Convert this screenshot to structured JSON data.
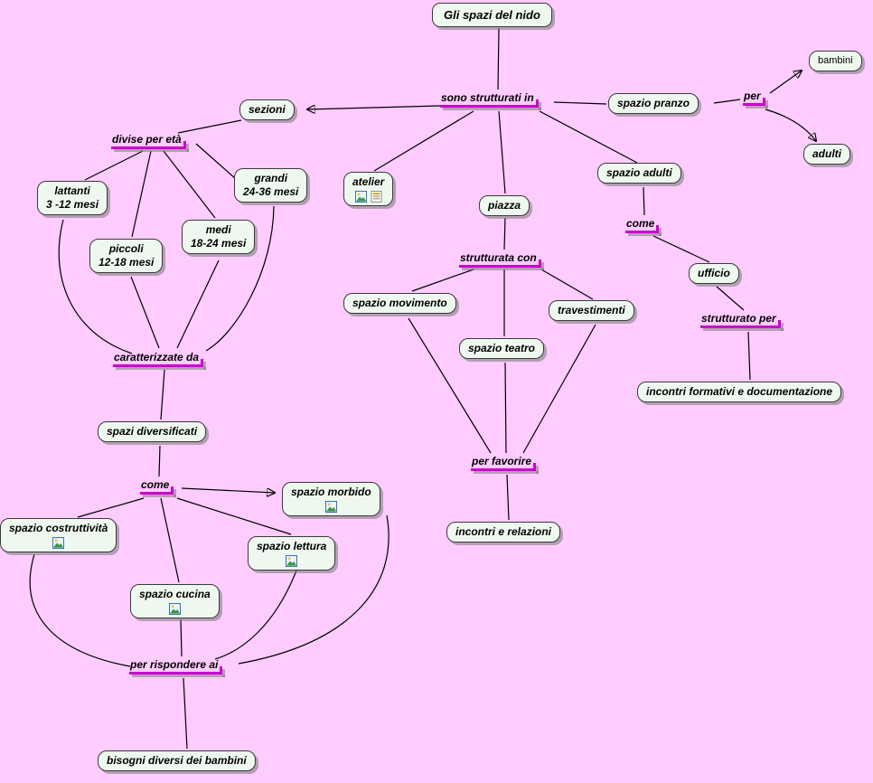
{
  "app": {
    "type": "concept-map",
    "language": "it"
  },
  "colors": {
    "background": "#ffccff",
    "node_fill": "#eff8ef",
    "node_border": "#3a3a3a",
    "link_underline": "#cc00cc",
    "connector": "#000000"
  },
  "concepts": {
    "title": "Gli spazi del nido",
    "sezioni": "sezioni",
    "lattanti": "lattanti\n3 -12 mesi",
    "piccoli": "piccoli\n12-18 mesi",
    "medi": "medi\n18-24 mesi",
    "grandi": "grandi\n24-36 mesi",
    "atelier": "atelier",
    "piazza": "piazza",
    "spazio_pranzo": "spazio pranzo",
    "bambini": "bambini",
    "adulti": "adulti",
    "spazio_adulti": "spazio adulti",
    "ufficio": "ufficio",
    "incontri_formativi": "incontri formativi e documentazione",
    "spazio_movimento": "spazio movimento",
    "spazio_teatro": "spazio teatro",
    "travestimenti": "travestimenti",
    "incontri_relazioni": "incontri e relazioni",
    "spazi_diversificati": "spazi diversificati",
    "spazio_morbido": "spazio morbido",
    "spazio_costruttivita": "spazio costruttività",
    "spazio_lettura": "spazio lettura",
    "spazio_cucina": "spazio cucina",
    "bisogni": "bisogni diversi dei bambini"
  },
  "linking_phrases": {
    "sono_strutturati_in": "sono strutturati in",
    "divise_per_eta": "divise per età",
    "caratterizzate_da": "caratterizzate da",
    "come_sezioni": "come",
    "per_rispondere_ai": "per rispondere ai",
    "strutturata_con": "strutturata con",
    "per_favorire": "per favorire",
    "per": "per",
    "come_adulti": "come",
    "strutturato_per": "strutturato per"
  },
  "icons": {
    "atelier": [
      "image-icon",
      "document-icon"
    ],
    "spazio_morbido": [
      "image-icon"
    ],
    "spazio_costruttivita": [
      "image-icon"
    ],
    "spazio_lettura": [
      "image-icon"
    ],
    "spazio_cucina": [
      "image-icon"
    ]
  },
  "propositions": [
    {
      "from": "Gli spazi del nido",
      "label": "sono strutturati in",
      "to": [
        "sezioni",
        "atelier",
        "piazza",
        "spazio pranzo",
        "spazio adulti"
      ]
    },
    {
      "from": "sezioni",
      "label": "divise per età",
      "to": [
        "lattanti 3 -12 mesi",
        "piccoli 12-18 mesi",
        "medi 18-24 mesi",
        "grandi 24-36 mesi"
      ]
    },
    {
      "from": "lattanti / piccoli / medi / grandi",
      "label": "caratterizzate da",
      "to": [
        "spazi diversificati"
      ]
    },
    {
      "from": "spazi diversificati",
      "label": "come",
      "to": [
        "spazio morbido",
        "spazio costruttività",
        "spazio lettura",
        "spazio cucina"
      ]
    },
    {
      "from": "spazio morbido / costruttività / lettura / cucina",
      "label": "per rispondere ai",
      "to": [
        "bisogni diversi dei bambini"
      ]
    },
    {
      "from": "piazza",
      "label": "strutturata con",
      "to": [
        "spazio movimento",
        "spazio teatro",
        "travestimenti"
      ]
    },
    {
      "from": "spazio movimento / teatro / travestimenti",
      "label": "per favorire",
      "to": [
        "incontri e relazioni"
      ]
    },
    {
      "from": "spazio pranzo",
      "label": "per",
      "to": [
        "bambini",
        "adulti"
      ]
    },
    {
      "from": "spazio adulti",
      "label": "come",
      "to": [
        "ufficio"
      ]
    },
    {
      "from": "ufficio",
      "label": "strutturato per",
      "to": [
        "incontri formativi e documentazione"
      ]
    }
  ]
}
